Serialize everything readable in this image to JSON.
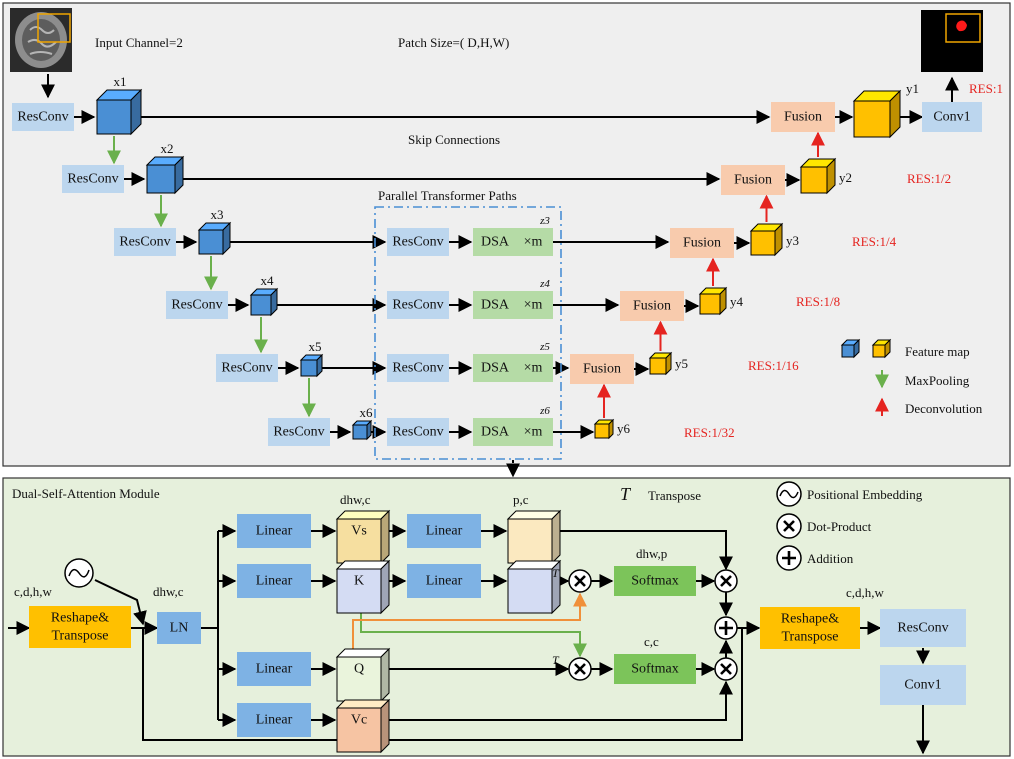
{
  "top_panel": {
    "input_channel": "Input Channel=2",
    "patch_size": "Patch Size=( D,H,W)",
    "skip_connections": "Skip Connections",
    "parallel_paths": "Parallel Transformer Paths",
    "resconv": "ResConv",
    "dsa": "DSA",
    "dsa_xm": "×m",
    "fusion": "Fusion",
    "conv1": "Conv1",
    "x_labels": [
      "x1",
      "x2",
      "x3",
      "x4",
      "x5",
      "x6"
    ],
    "y_labels": [
      "y1",
      "y2",
      "y3",
      "y4",
      "y5",
      "y6"
    ],
    "z_labels": [
      "z3",
      "z4",
      "z5",
      "z6"
    ],
    "res_labels": [
      "RES:1",
      "RES:1/2",
      "RES:1/4",
      "RES:1/8",
      "RES:1/16",
      "RES:1/32"
    ],
    "legend": {
      "feature_map": "Feature map",
      "maxpooling": "MaxPooling",
      "deconvolution": "Deconvolution"
    },
    "colors": {
      "resconv_fill": "#bcd6ee",
      "dsa_fill": "#b5dba6",
      "fusion_fill": "#f8cbad",
      "encoder_cube": "#4a8fd4",
      "decoder_cube": "#ffc000",
      "maxpool_arrow": "#6ab04c",
      "deconv_arrow": "#e52420"
    }
  },
  "bottom_panel": {
    "title": "Dual-Self-Attention Module",
    "transpose_symbol": "T",
    "transpose_label": "Transpose",
    "positional_embedding": "Positional Embedding",
    "dot_product": "Dot-Product",
    "addition": "Addition",
    "input_dims": "c,d,h,w",
    "reshape_transpose": [
      "Reshape&",
      "Transpose"
    ],
    "ln": "LN",
    "ln_dims": "dhw,c",
    "linear": "Linear",
    "vs": "Vs",
    "k": "K",
    "q": "Q",
    "vc": "Vc",
    "vs_dims": "dhw,c",
    "pc_dims": "p,c",
    "softmax": "Softmax",
    "softmax1_dims": "dhw,p",
    "softmax2_dims": "c,c",
    "output_dims": "c,d,h,w",
    "resconv": "ResConv",
    "conv1": "Conv1",
    "colors": {
      "reshape_fill": "#ffc000",
      "linear_fill": "#7eb2e4",
      "softmax_fill": "#7cc45a",
      "panel_fill": "#e6f0dc"
    }
  }
}
